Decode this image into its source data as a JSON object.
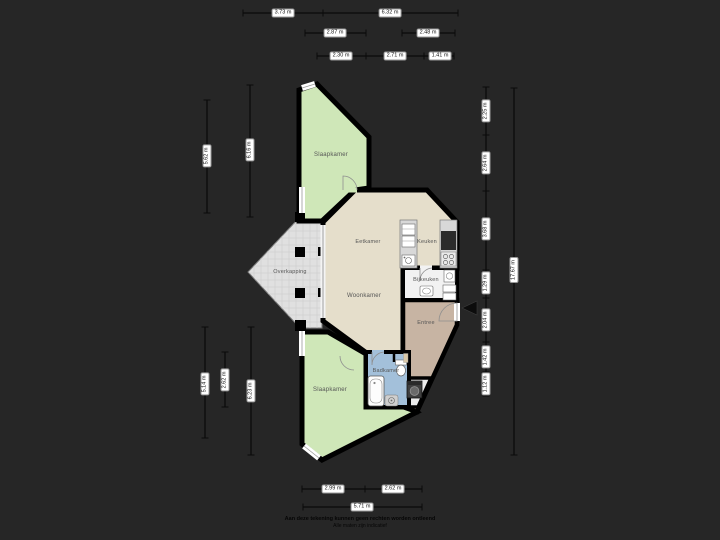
{
  "background_color": "#262626",
  "floorplan": {
    "rooms": {
      "slaapkamer_boven": "Slaapkamer",
      "eetkamer": "Eetkamer",
      "keuken": "Keuken",
      "woonkamer": "Woonkamer",
      "bijkeuken": "Bijkeuken",
      "entree": "Entree",
      "overkapping": "Overkapping",
      "badkamer": "Badkamer",
      "slaapkamer_beneden": "Slaapkamer"
    },
    "colors": {
      "bedroom_green": "#cfe7b8",
      "living_beige": "#e5decb",
      "hall_tan": "#c7b4a3",
      "bathroom_blue": "#a3c0da",
      "utility_white": "#f2f2f2",
      "canopy_grey": "#e0e0e0",
      "wall_black": "#000000",
      "dimension_line": "#0a0a0a",
      "label_chip_bg": "#ffffff"
    },
    "dimensions": {
      "top_row1": [
        "3.73 m",
        "6.32 m"
      ],
      "top_row2": [
        "2.87 m",
        "2.48 m"
      ],
      "top_row3": [
        "2.30 m",
        "2.71 m",
        "1.41 m"
      ],
      "left_upper": [
        "5.62 m",
        "6.16 m"
      ],
      "left_lower": [
        "5.14 m",
        "2.62 m",
        "6.23 m"
      ],
      "right_inner": [
        "2.25 m",
        "2.64 m",
        "3.68 m",
        "1.29 m",
        "2.04 m",
        "1.42 m",
        "1.12 m"
      ],
      "right_outer": "17.67 m",
      "bottom_row1": [
        "2.99 m",
        "2.62 m"
      ],
      "bottom_row2": "5.71 m"
    },
    "footer": {
      "line1": "Aan deze tekening kunnen geen rechten worden ontleend",
      "line2": "Alle maten zijn indicatief"
    }
  }
}
